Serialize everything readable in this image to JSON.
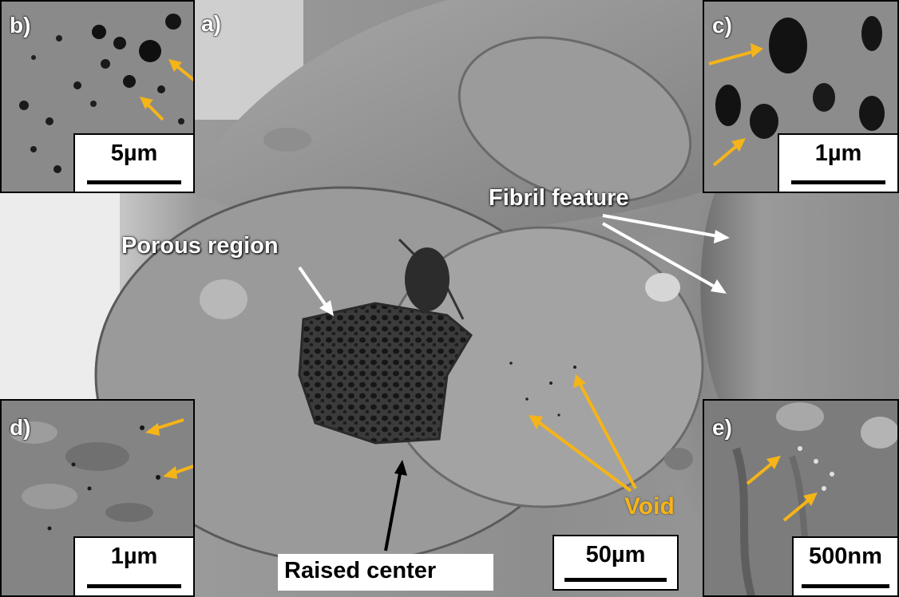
{
  "figure": {
    "main_panel": {
      "label": "a)",
      "annotations": {
        "porous_region": "Porous region",
        "fibril_feature": "Fibril feature",
        "void": "Void",
        "raised_center": "Raised center"
      },
      "scale_bar": "50µm"
    },
    "insets": {
      "b": {
        "label": "b)",
        "scale_bar": "5µm"
      },
      "c": {
        "label": "c)",
        "scale_bar": "1µm"
      },
      "d": {
        "label": "d)",
        "scale_bar": "1µm"
      },
      "e": {
        "label": "e)",
        "scale_bar": "500nm"
      }
    },
    "colors": {
      "arrow_yellow": "#f5b418",
      "arrow_white": "#ffffff",
      "arrow_black": "#000000"
    }
  }
}
